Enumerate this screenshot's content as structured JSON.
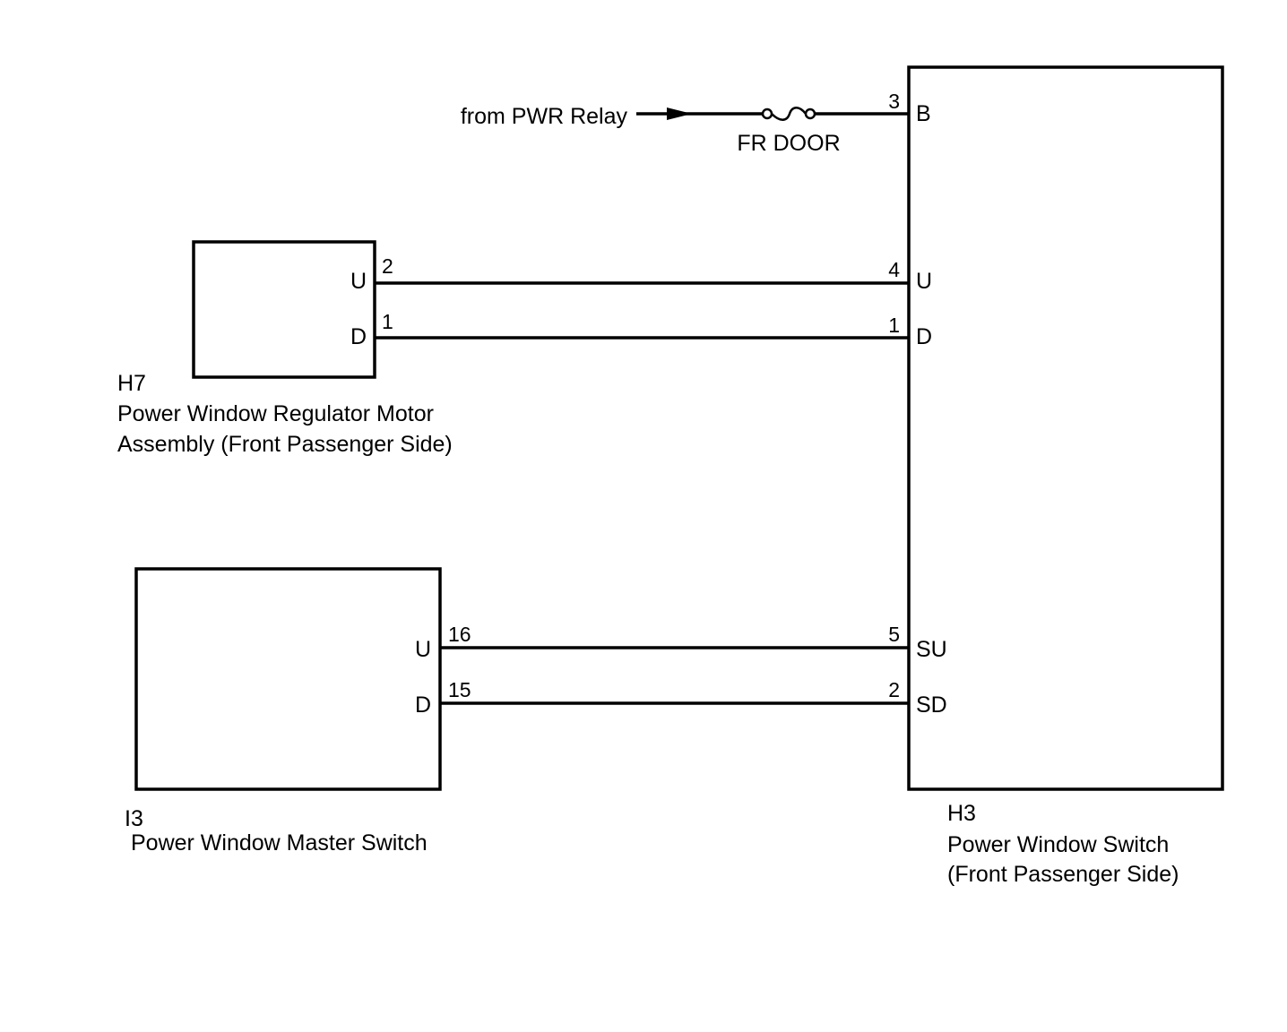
{
  "power_source": {
    "label": "from PWR Relay",
    "fuse_label": "FR DOOR"
  },
  "components": {
    "h3": {
      "code": "H3",
      "name_line1": "Power Window Switch",
      "name_line2": "(Front Passenger Side)",
      "terminals": {
        "b": {
          "pin": "3",
          "name": "B"
        },
        "u": {
          "pin": "4",
          "name": "U"
        },
        "d": {
          "pin": "1",
          "name": "D"
        },
        "su": {
          "pin": "5",
          "name": "SU"
        },
        "sd": {
          "pin": "2",
          "name": "SD"
        }
      }
    },
    "h7": {
      "code": "H7",
      "name_line1": "Power Window Regulator Motor",
      "name_line2": "Assembly (Front Passenger Side)",
      "terminals": {
        "u": {
          "pin": "2",
          "name": "U"
        },
        "d": {
          "pin": "1",
          "name": "D"
        }
      }
    },
    "i3": {
      "code": "I3",
      "name_line1": "Power Window Master Switch",
      "terminals": {
        "u": {
          "pin": "16",
          "name": "U"
        },
        "d": {
          "pin": "15",
          "name": "D"
        }
      }
    }
  }
}
